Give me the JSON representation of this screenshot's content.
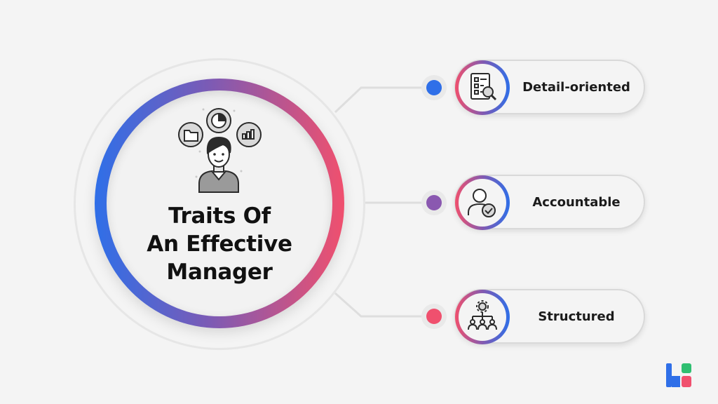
{
  "diagram": {
    "title_lines": [
      "Traits Of",
      "An Effective",
      "Manager"
    ],
    "traits": [
      {
        "label": "Detail-oriented",
        "icon": "document-magnifier-icon",
        "dot_color": "#2f6fe8"
      },
      {
        "label": "Accountable",
        "icon": "person-check-icon",
        "dot_color": "#8a58b0"
      },
      {
        "label": "Structured",
        "icon": "gear-hierarchy-icon",
        "dot_color": "#f0506e"
      }
    ],
    "center_icon": "manager-with-charts-icon"
  },
  "colors": {
    "blue": "#2f6fe8",
    "purple": "#7a5bb6",
    "pink": "#f0506e",
    "background": "#f4f4f4"
  },
  "brand": {
    "logo_icon": "brand-logo-icon"
  }
}
